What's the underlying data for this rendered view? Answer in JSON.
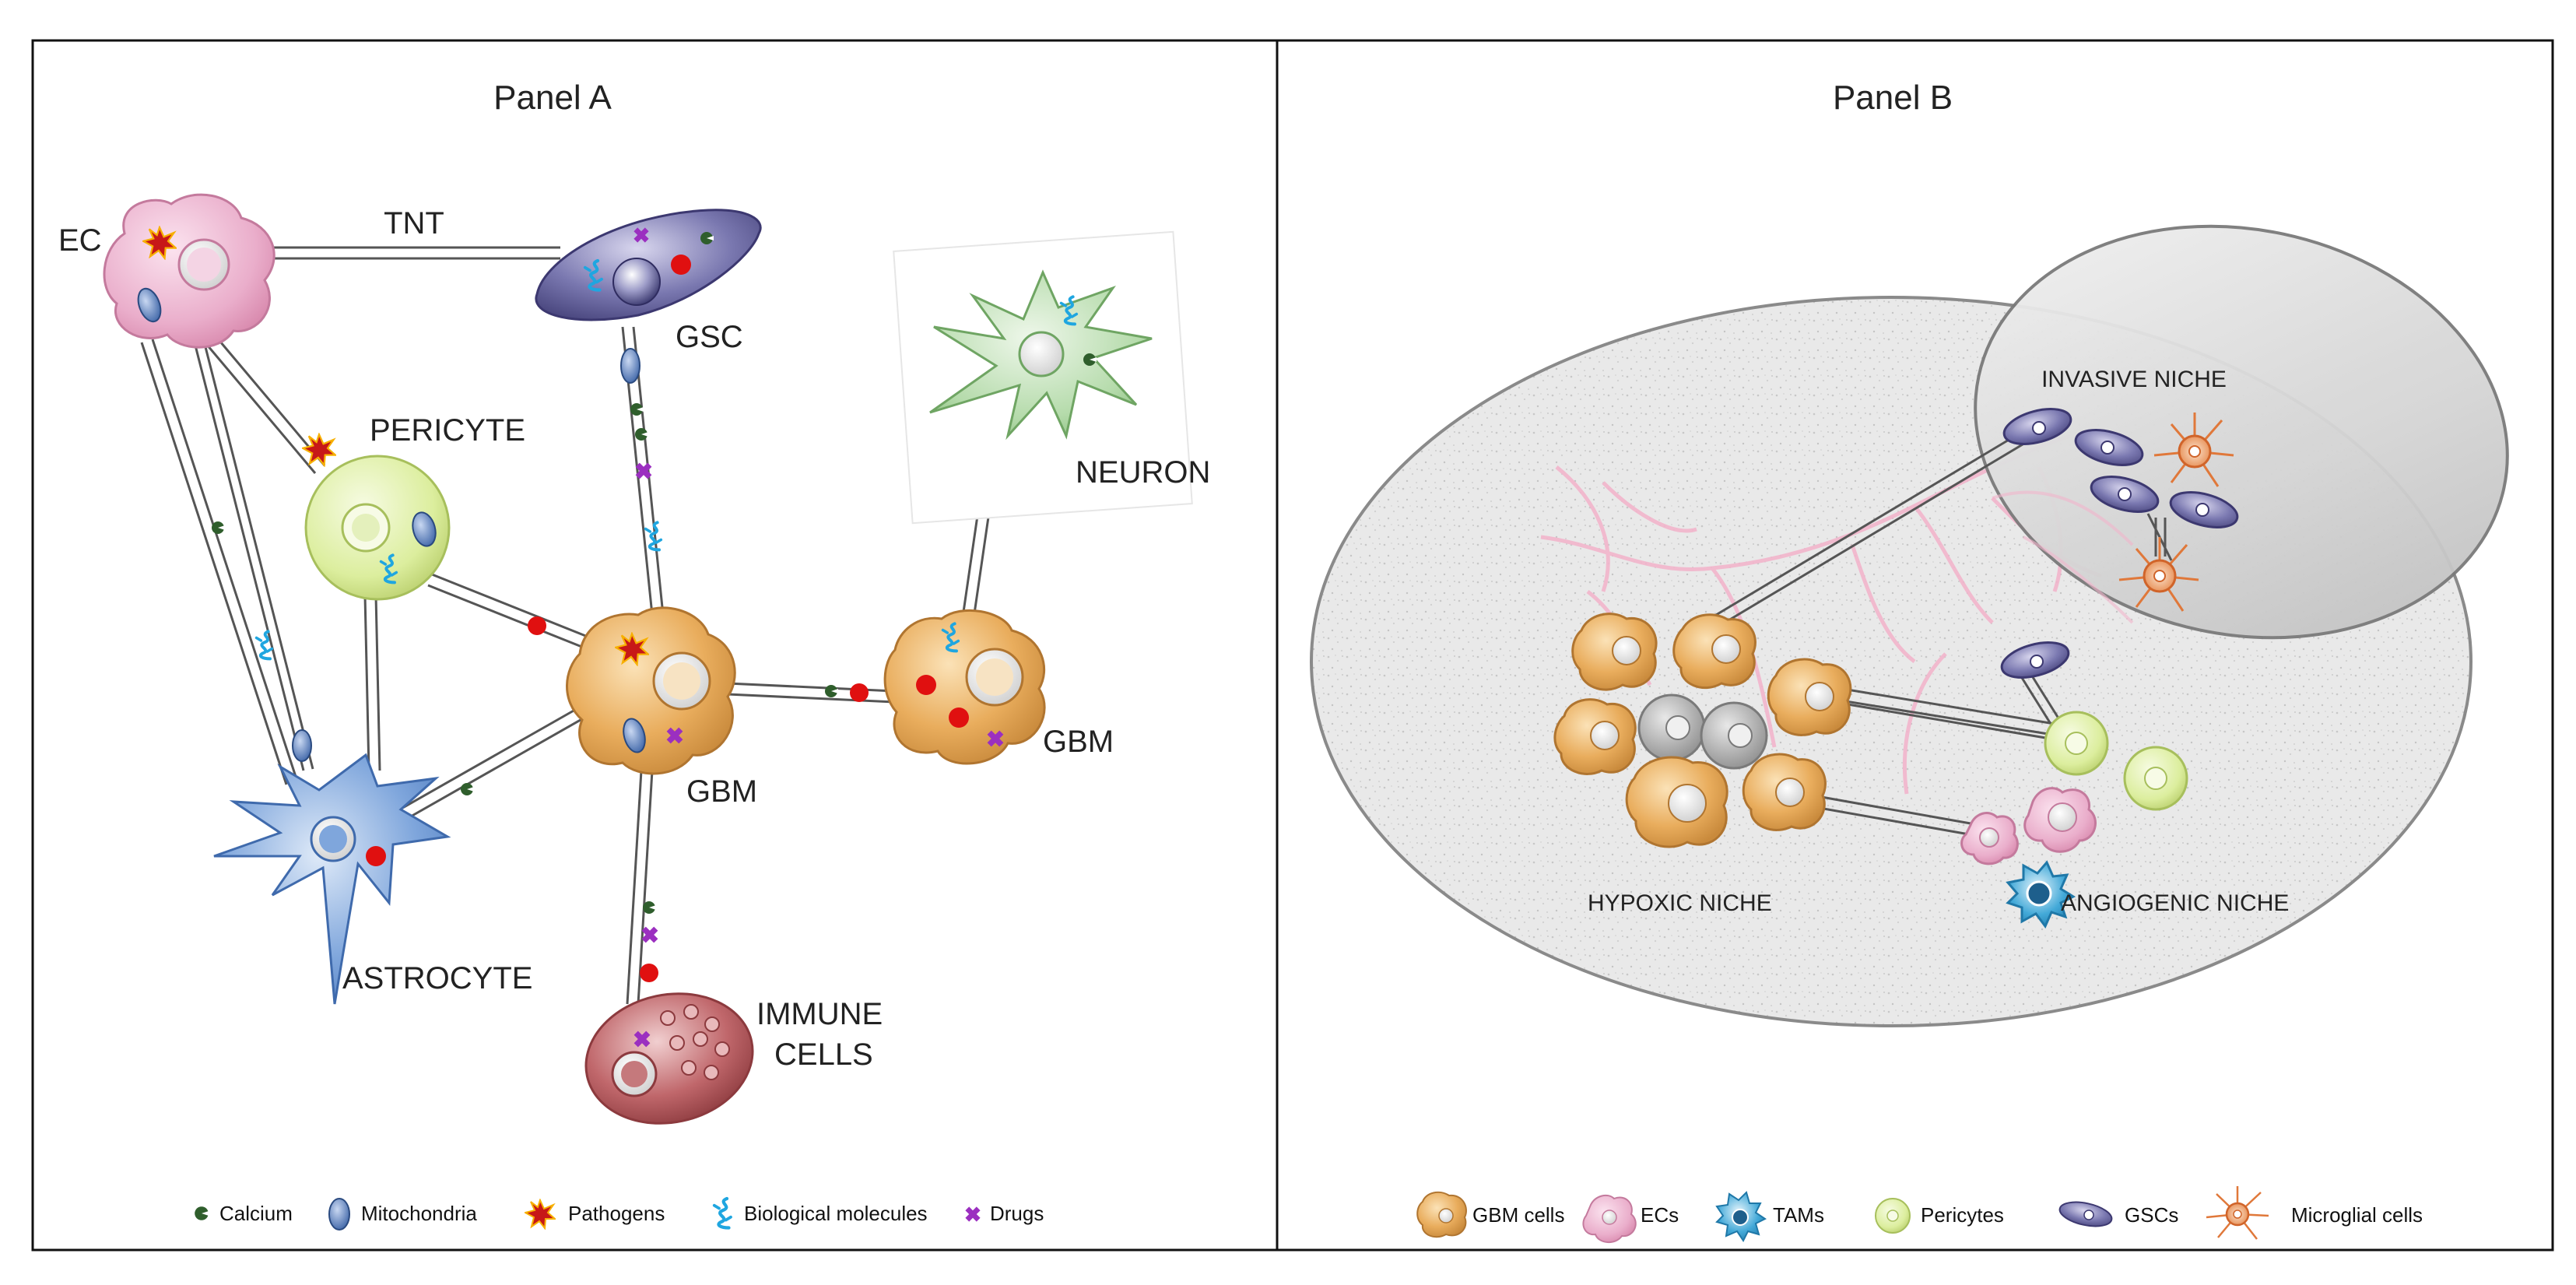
{
  "panel_a": {
    "title": "Panel A",
    "connection_label": "TNT",
    "cells": {
      "ec": "EC",
      "gsc": "GSC",
      "pericyte": "PERICYTE",
      "neuron": "NEURON",
      "gbm_center": "GBM",
      "gbm_right": "GBM",
      "astrocyte": "ASTROCYTE",
      "immune_line1": "IMMUNE",
      "immune_line2": "CELLS"
    },
    "legend": [
      {
        "icon": "calcium-icon",
        "label": "Calcium"
      },
      {
        "icon": "mitochondria-icon",
        "label": "Mitochondria"
      },
      {
        "icon": "pathogen-icon",
        "label": "Pathogens"
      },
      {
        "icon": "biomolecule-icon",
        "label": "Biological molecules"
      },
      {
        "icon": "drug-icon",
        "label": "Drugs"
      }
    ]
  },
  "panel_b": {
    "title": "Panel B",
    "niches": {
      "invasive": "INVASIVE  NICHE",
      "hypoxic": "HYPOXIC NICHE",
      "angiogenic": "ANGIOGENIC NICHE"
    },
    "legend": [
      {
        "icon": "gbm-cell-icon",
        "label": "GBM cells"
      },
      {
        "icon": "ec-icon",
        "label": "ECs"
      },
      {
        "icon": "tam-icon",
        "label": "TAMs"
      },
      {
        "icon": "pericyte-icon",
        "label": "Pericytes"
      },
      {
        "icon": "gsc-icon",
        "label": "GSCs"
      },
      {
        "icon": "microglia-icon",
        "label": "Microglial cells"
      }
    ]
  },
  "colors": {
    "gbm": "#e6a652",
    "ec": "#e8a9c6",
    "gsc": "#6a67a0",
    "pericyte": "#d9ec9a",
    "astrocyte": "#6f9cd8",
    "neuron": "#a9d39e",
    "immune": "#b5585c",
    "calcium": "#2f5e2c",
    "mitochondria": "#5b7fc0",
    "drug": "#9b2fc0",
    "dot": "#e01010",
    "biomolecule": "#1fa6e0"
  }
}
